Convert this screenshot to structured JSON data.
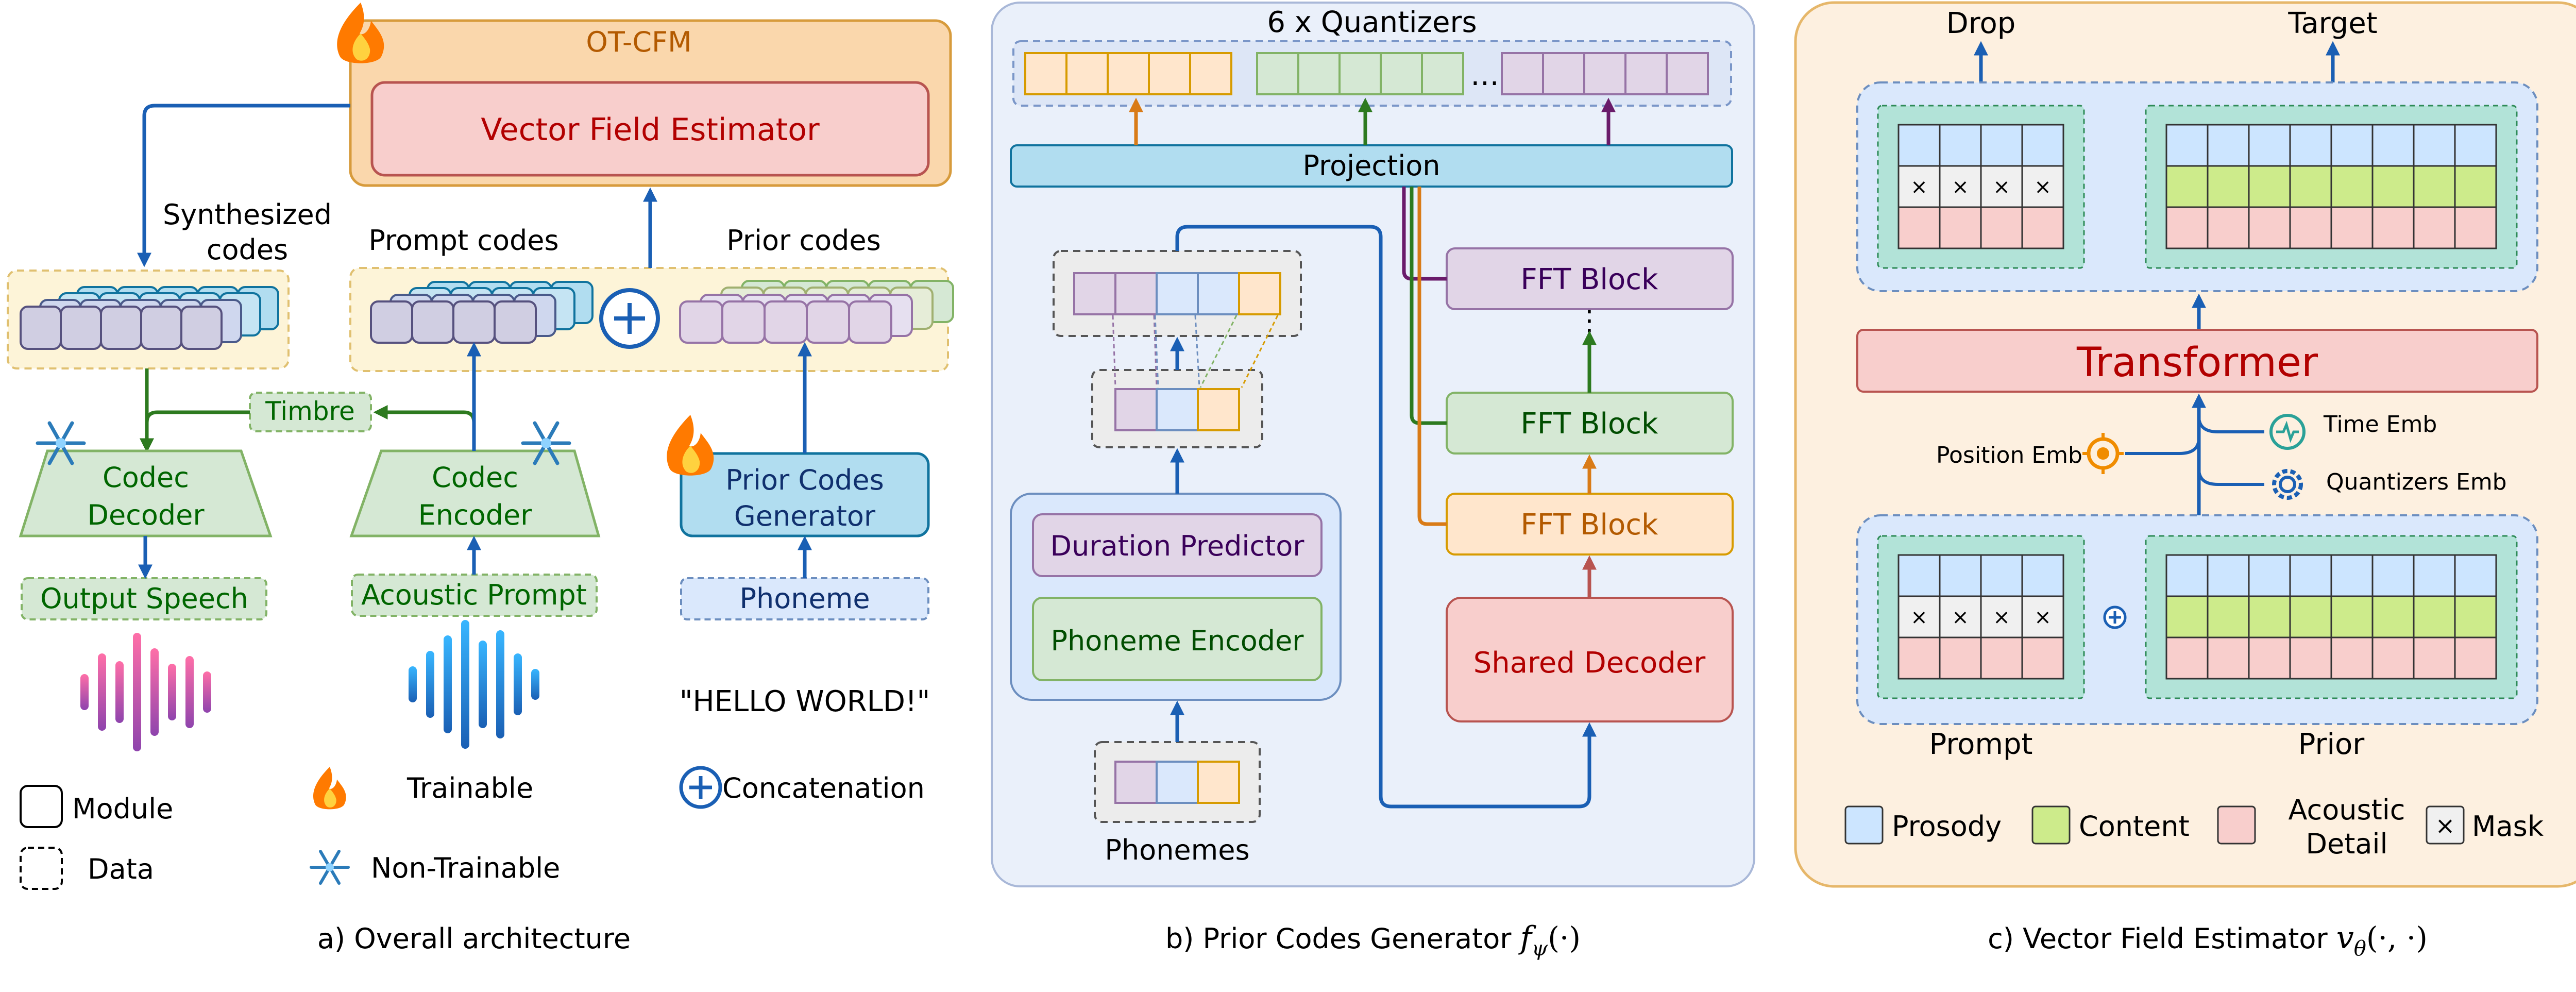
{
  "colors": {
    "orange_fill": "#fad7ac",
    "orange_stroke": "#d79b3c",
    "red_fill": "#f8cecc",
    "red_stroke": "#b85450",
    "dark_red_text": "#b20000",
    "green_fill": "#d5e8d4",
    "green_stroke": "#82b366",
    "dark_green_text": "#006600",
    "blue_fill": "#b1ddf0",
    "blue_stroke": "#10739e",
    "purple_fill": "#e1d5e7",
    "purple_stroke": "#9673a6",
    "panel_blue_bg": "#eaf0fa",
    "panel_peach_bg": "#fdf0e0",
    "yellow_region": "#fdf4d8",
    "teal_fill": "#b2e3d8",
    "arrow_blue": "#1a5fb4",
    "arrow_green": "#2d7a1f",
    "arrow_orange": "#d97b17",
    "arrow_purple": "#6a1b6a",
    "arrow_darkred": "#b85450",
    "prosody": "#cce5ff",
    "content": "#cdeb8b",
    "acoustic": "#f8cecc",
    "mask": "#f0f0f0"
  },
  "icons": {
    "fire": "fire-icon",
    "snowflake": "snowflake-icon",
    "plus": "plus-circle-icon",
    "clock": "time-icon",
    "gear": "gear-icon",
    "target": "target-icon",
    "waveform": "waveform-icon"
  },
  "panel_a": {
    "ot_cfm": "OT-CFM",
    "vector_field_estimator": "Vector Field Estimator",
    "synthesized_codes_line1": "Synthesized",
    "synthesized_codes_line2": "codes",
    "prompt_codes": "Prompt codes",
    "prior_codes": "Prior codes",
    "timbre": "Timbre",
    "codec_decoder_line1": "Codec",
    "codec_decoder_line2": "Decoder",
    "codec_encoder_line1": "Codec",
    "codec_encoder_line2": "Encoder",
    "prior_codes_generator_line1": "Prior Codes",
    "prior_codes_generator_line2": "Generator",
    "output_speech": "Output Speech",
    "acoustic_prompt": "Acoustic Prompt",
    "phoneme": "Phoneme",
    "hello_world": "\"HELLO WORLD!\"",
    "legend_module": "Module",
    "legend_data": "Data",
    "legend_trainable": "Trainable",
    "legend_non_trainable": "Non-Trainable",
    "legend_concatenation": "Concatenation",
    "caption": "a) Overall architecture"
  },
  "panel_b": {
    "quantizers": "6 x Quantizers",
    "ellipsis_h": "…",
    "projection": "Projection",
    "fft_block_top": "FFT Block",
    "ellipsis_v": "⋮",
    "fft_block_mid": "FFT Block",
    "fft_block_bottom": "FFT Block",
    "shared_decoder": "Shared Decoder",
    "duration_predictor": "Duration Predictor",
    "phoneme_encoder": "Phoneme Encoder",
    "phonemes": "Phonemes",
    "caption_text": "b) Prior Codes Generator ",
    "caption_math": "f",
    "caption_sub": "ψ",
    "caption_args": "(·)"
  },
  "panel_c": {
    "drop": "Drop",
    "target": "Target",
    "transformer": "Transformer",
    "position_emb": "Position Emb",
    "time_emb": "Time Emb",
    "quantizers_emb": "Quantizers Emb",
    "prompt": "Prompt",
    "prior": "Prior",
    "mask_symbol": "×",
    "legend_prosody": "Prosody",
    "legend_content": "Content",
    "legend_acoustic_line1": "Acoustic",
    "legend_acoustic_line2": "Detail",
    "legend_mask": "Mask",
    "caption_text": "c) Vector Field Estimator ",
    "caption_math": "v",
    "caption_sub": "θ",
    "caption_args": "(·, ·)"
  }
}
